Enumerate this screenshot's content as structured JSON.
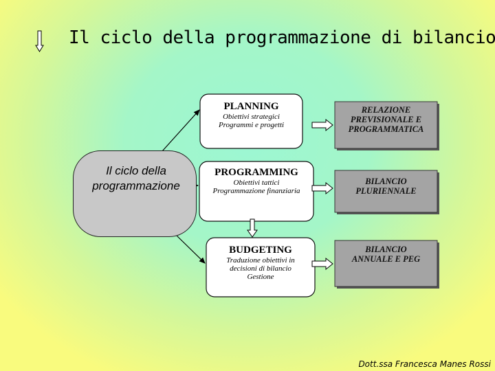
{
  "title": "Il ciclo della programmazione di bilancio",
  "center": {
    "line1": "Il ciclo della",
    "line2": "programmazione"
  },
  "planning": {
    "heading": "PLANNING",
    "line1": "Obiettivi strategici",
    "line2": "Programmi e progetti"
  },
  "programming": {
    "heading": "PROGRAMMING",
    "line1": "Obiettivi tattici",
    "line2": "Programmazione finanziaria"
  },
  "budgeting": {
    "heading": "BUDGETING",
    "line1": "Traduzione obiettivi in",
    "line2": "decisioni di bilancio",
    "line3": "Gestione"
  },
  "outputs": {
    "relazione": {
      "line1": "RELAZIONE",
      "line2": "PREVISIONALE E",
      "line3": "PROGRAMMATICA"
    },
    "pluriennale": {
      "line1": "BILANCIO",
      "line2": "PLURIENNALE"
    },
    "annuale": {
      "line1": "BILANCIO",
      "line2": "ANNUALE E PEG"
    }
  },
  "footer": "Dott.ssa Francesca Manes Rossi",
  "colors": {
    "output_fill": "#a4a4a4",
    "ellipse_fill": "#c8c8c8",
    "box_fill": "#ffffff"
  }
}
